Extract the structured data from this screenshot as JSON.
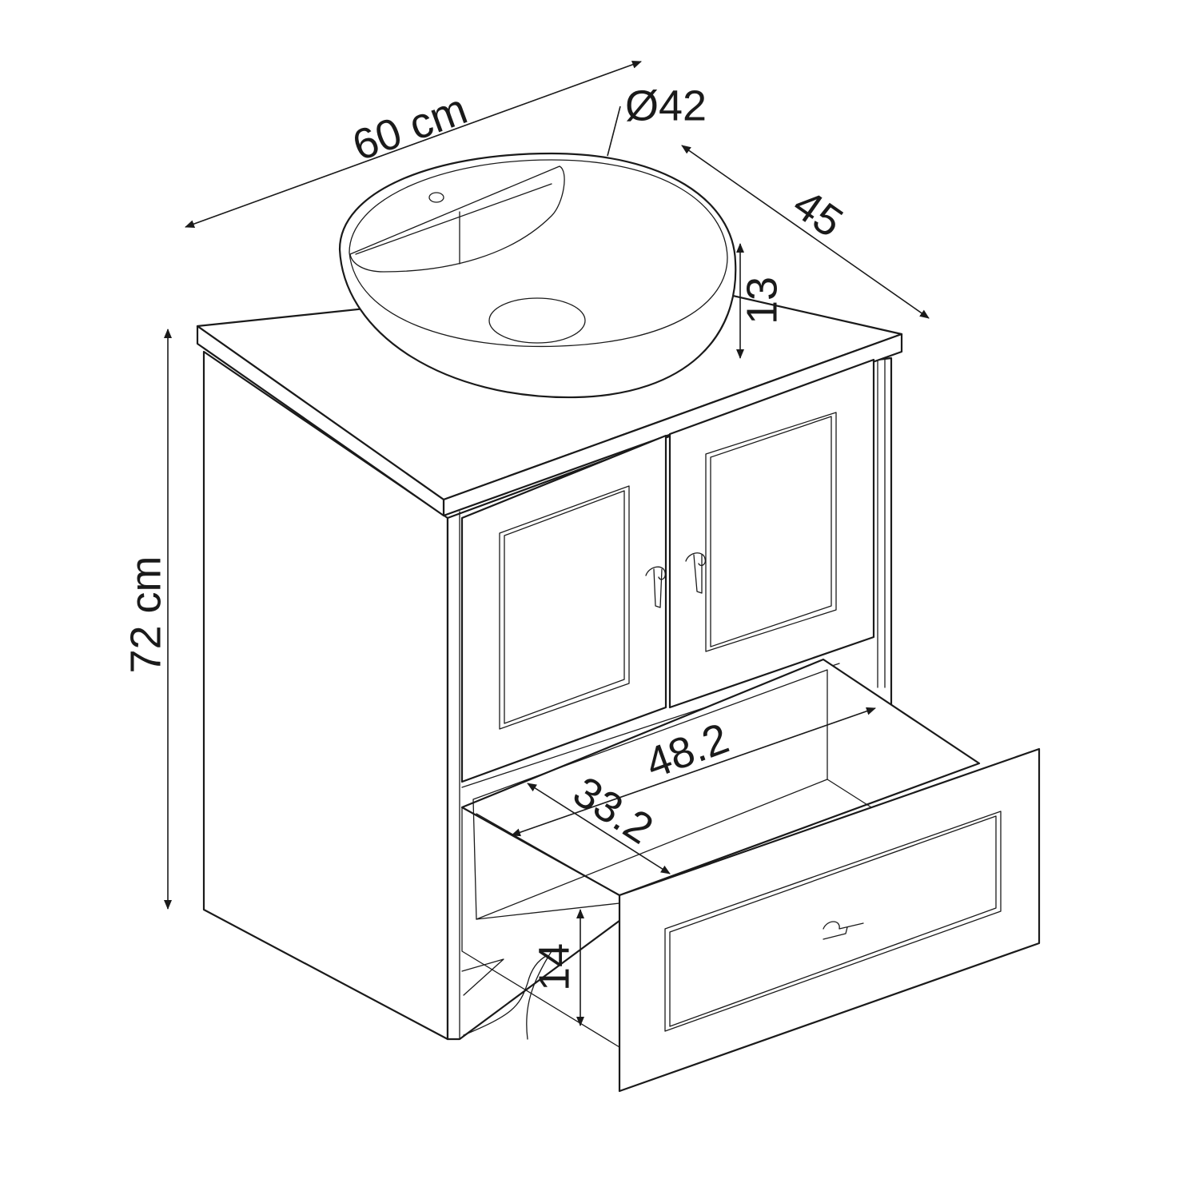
{
  "dimensions": {
    "width": "60 cm",
    "basin_diameter": "Ø42",
    "depth": "45",
    "basin_height": "13",
    "height": "72 cm",
    "drawer_width": "48.2",
    "drawer_depth": "33.2",
    "drawer_height": "14"
  },
  "colors": {
    "line": "#1a1a1a",
    "background": "#ffffff"
  }
}
